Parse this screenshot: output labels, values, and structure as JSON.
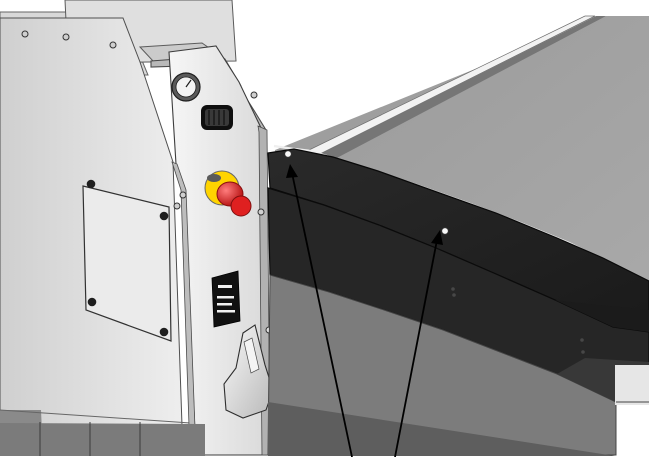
{
  "image": {
    "subject": "machine-frame-technical-illustration",
    "colors": {
      "background": "#ffffff",
      "panel_light": "#e9e9e9",
      "panel_mid": "#d8d8d8",
      "panel_dark": "#b9b9b9",
      "outline": "#4a4a4a",
      "frame_black": "#232323",
      "frame_edge": "#111111",
      "tabletop": "#a3a3a3",
      "emergency_red": "#d91f1f",
      "emergency_yellow": "#ffd400",
      "arrow": "#000000"
    },
    "callouts": {
      "count": 2,
      "targets": [
        "left-frame-hole",
        "right-frame-hole"
      ]
    }
  }
}
